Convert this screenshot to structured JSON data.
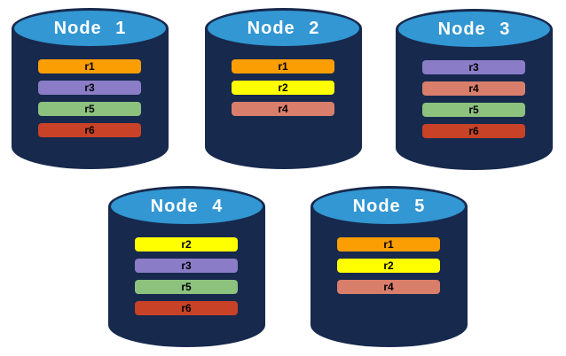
{
  "nodes": [
    {
      "title": "Node 1",
      "replicas": [
        "r1",
        "r3",
        "r5",
        "r6"
      ]
    },
    {
      "title": "Node 2",
      "replicas": [
        "r1",
        "r2",
        "r4"
      ]
    },
    {
      "title": "Node 3",
      "replicas": [
        "r3",
        "r4",
        "r5",
        "r6"
      ]
    },
    {
      "title": "Node 4",
      "replicas": [
        "r2",
        "r3",
        "r5",
        "r6"
      ]
    },
    {
      "title": "Node 5",
      "replicas": [
        "r1",
        "r2",
        "r4"
      ]
    }
  ],
  "replica_colors": {
    "r1": "#FB9E04",
    "r2": "#FFFF00",
    "r3": "#8A7CC6",
    "r4": "#D97E6B",
    "r5": "#8CC17E",
    "r6": "#C84227"
  },
  "cylinder": {
    "body_color": "#17294D",
    "top_color": "#3297D3",
    "outline_color": "#17294D",
    "title_color": "#FFFFFF",
    "bar_label_color": "#000000"
  }
}
